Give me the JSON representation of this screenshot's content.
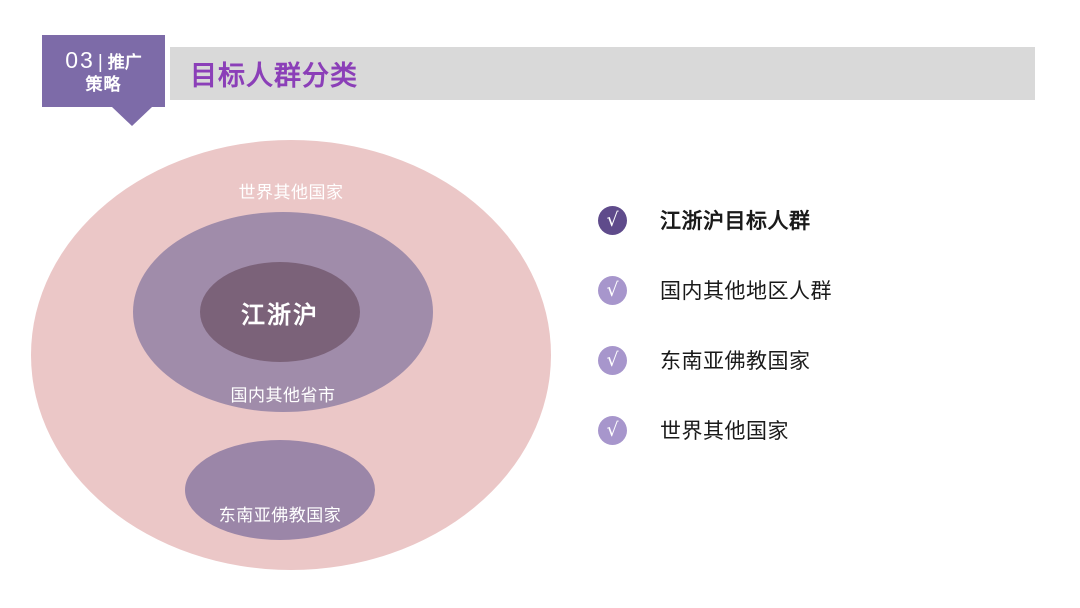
{
  "header": {
    "badge": {
      "number": "03",
      "separator": "|",
      "line1_word": "推广",
      "line2": "策略",
      "color": "#7D6BA8"
    },
    "title": "目标人群分类",
    "title_color": "#8B3FB8",
    "bar_color": "#D9D9D9"
  },
  "diagram": {
    "outer": {
      "label": "世界其他国家",
      "color": "#EBC7C7"
    },
    "middle": {
      "label": "国内其他省市",
      "color": "#A08CAA"
    },
    "inner": {
      "label": "江浙沪",
      "color": "#7B6279"
    },
    "bottom": {
      "label": "东南亚佛教国家",
      "color": "#9B86A8"
    }
  },
  "legend": {
    "items": [
      {
        "icon": "check-circle-icon",
        "glyph": "√",
        "label": "江浙沪目标人群",
        "color": "#5F4B8B",
        "emphasis": true
      },
      {
        "icon": "check-circle-icon",
        "glyph": "√",
        "label": "国内其他地区人群",
        "color": "#A796CC",
        "emphasis": false
      },
      {
        "icon": "check-circle-icon",
        "glyph": "√",
        "label": "东南亚佛教国家",
        "color": "#A796CC",
        "emphasis": false
      },
      {
        "icon": "check-circle-icon",
        "glyph": "√",
        "label": "世界其他国家",
        "color": "#A796CC",
        "emphasis": false
      }
    ]
  }
}
